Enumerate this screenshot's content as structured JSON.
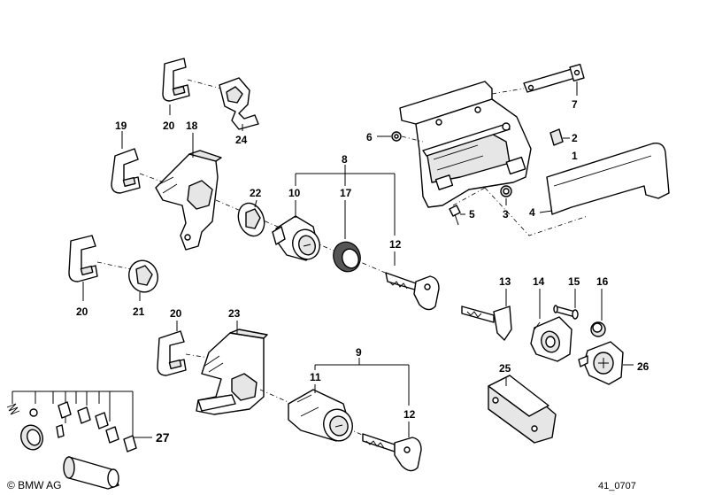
{
  "labels": {
    "l1": "1",
    "l2": "2",
    "l3": "3",
    "l4": "4",
    "l5": "5",
    "l6": "6",
    "l7": "7",
    "l8": "8",
    "l9": "9",
    "l10": "10",
    "l11": "11",
    "l12a": "12",
    "l12b": "12",
    "l13": "13",
    "l14": "14",
    "l15": "15",
    "l16": "16",
    "l17": "17",
    "l18": "18",
    "l19": "19",
    "l20a": "20",
    "l20b": "20",
    "l20c": "20",
    "l21": "21",
    "l22": "22",
    "l23": "23",
    "l24": "24",
    "l25": "25",
    "l26": "26",
    "l27": "27"
  },
  "footer": {
    "copyright": "© BMW AG",
    "diagram_id": "41_0707"
  }
}
